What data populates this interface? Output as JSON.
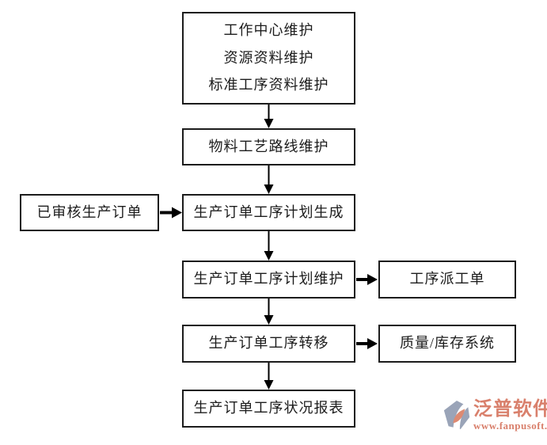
{
  "flowchart": {
    "top_box": {
      "lines": [
        "工作中心维护",
        "资源资料维护",
        "标准工序资料维护"
      ]
    },
    "nodes": {
      "routing_maintain": "物料工艺路线维护",
      "approved_order": "已审核生产订单",
      "plan_generate": "生产订单工序计划生成",
      "plan_maintain": "生产订单工序计划维护",
      "dispatch_ticket": "工序派工单",
      "process_transfer": "生产订单工序转移",
      "quality_inventory": "质量/库存系统",
      "status_report": "生产订单工序状况报表"
    }
  },
  "logo": {
    "name": "泛普软件",
    "url": "www.fanpusoft.com",
    "accent_color": "#d9806c",
    "icon_gray": "#9aa4b8",
    "icon_salmon": "#dd8a72"
  },
  "colors": {
    "box_border": "#1c1c1c",
    "arrow": "#000000",
    "background": "#ffffff"
  }
}
